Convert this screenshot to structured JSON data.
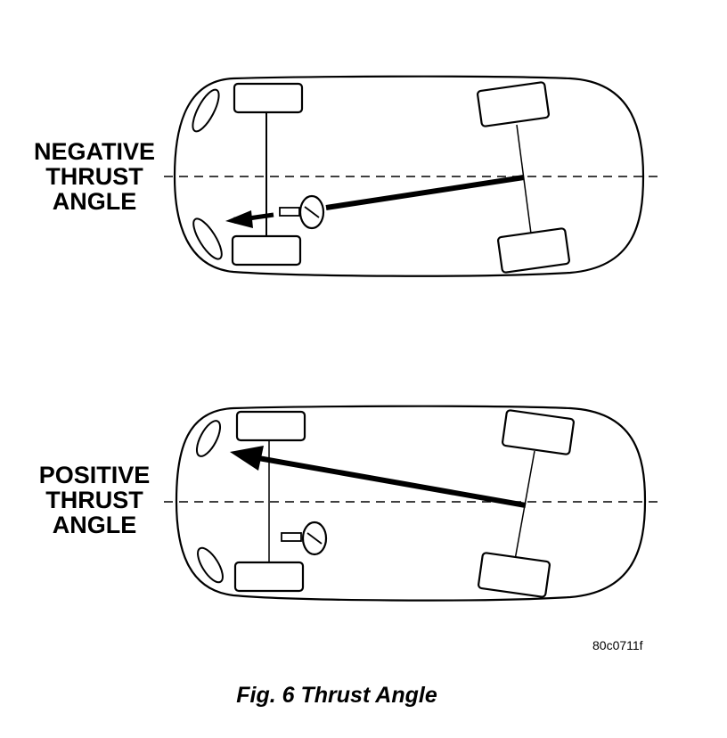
{
  "diagrams": [
    {
      "label_lines": [
        "NEGATIVE",
        "THRUST",
        "ANGLE"
      ]
    },
    {
      "label_lines": [
        "POSITIVE",
        "THRUST",
        "ANGLE"
      ]
    }
  ],
  "figure_code": "80c0711f",
  "caption": "Fig. 6 Thrust Angle"
}
